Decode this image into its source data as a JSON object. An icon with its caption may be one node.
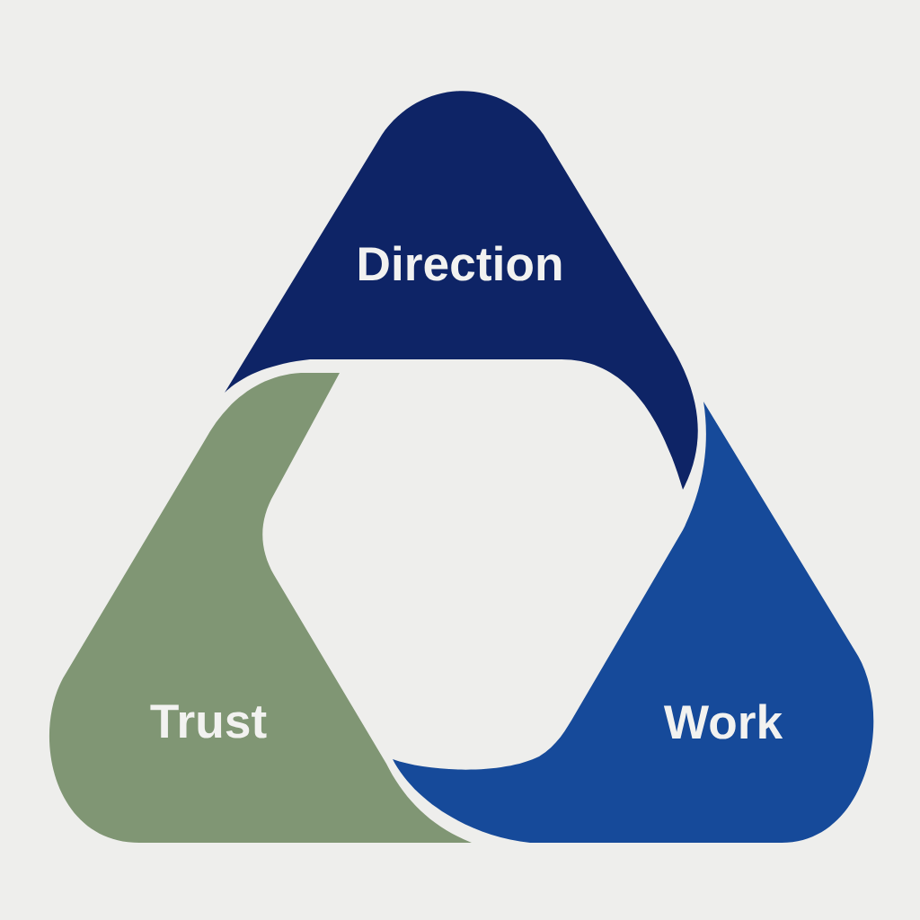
{
  "diagram": {
    "nodes": [
      {
        "text": [
          "Direction"
        ]
      },
      {
        "text": [
          "Trust"
        ]
      },
      {
        "text": [
          "Work"
        ]
      }
    ]
  }
}
